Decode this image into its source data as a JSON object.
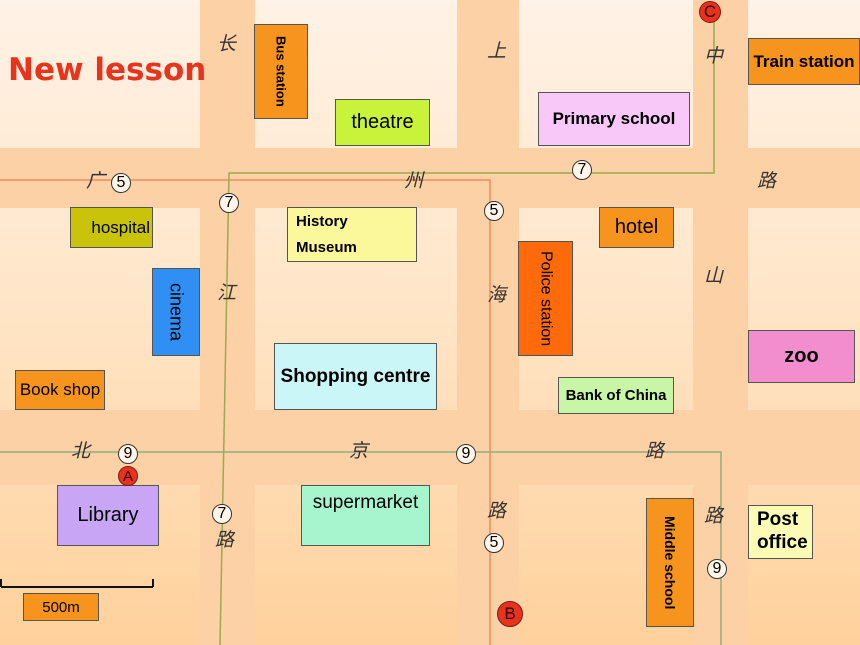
{
  "title": "New lesson",
  "buildings": {
    "bus_station": "Bus station",
    "theatre": "theatre",
    "primary_school": "Primary school",
    "train_station": "Train station",
    "hospital": "hospital",
    "history_museum_line1": "History",
    "history_museum_line2": "Museum",
    "hotel": "hotel",
    "cinema": "cinema",
    "police_station": "Police station",
    "zoo": "zoo",
    "book_shop": "Book shop",
    "shopping_centre": "Shopping centre",
    "bank_of_china": "Bank of China",
    "library": "Library",
    "supermarket": "supermarket",
    "middle_school": "Middle school",
    "post_office_line1": "Post",
    "post_office_line2": "office"
  },
  "road_labels": {
    "chang": "长",
    "jiang": "江",
    "lu_changjiang": "路",
    "shang": "上",
    "hai": "海",
    "lu_shanghai": "路",
    "zhong": "中",
    "shan": "山",
    "lu_zhongshan": "路",
    "guang": "广",
    "zhou": "州",
    "lu_guangzhou": "路",
    "bei": "北",
    "jing": "京",
    "lu_beijing": "路"
  },
  "bus_stops": {
    "s5_a": "5",
    "s5_b": "5",
    "s5_c": "5",
    "s7_a": "7",
    "s7_b": "7",
    "s7_c": "7",
    "s9_a": "9",
    "s9_b": "9",
    "s9_c": "9"
  },
  "points": {
    "a": "A",
    "b": "B",
    "c": "C"
  },
  "scale": {
    "label": "500m"
  },
  "colors": {
    "route5": "#f08a5d",
    "route7": "#9aab4f",
    "route9": "#8fae7f",
    "title": "#e8341c",
    "road": "#fdd1a6"
  }
}
